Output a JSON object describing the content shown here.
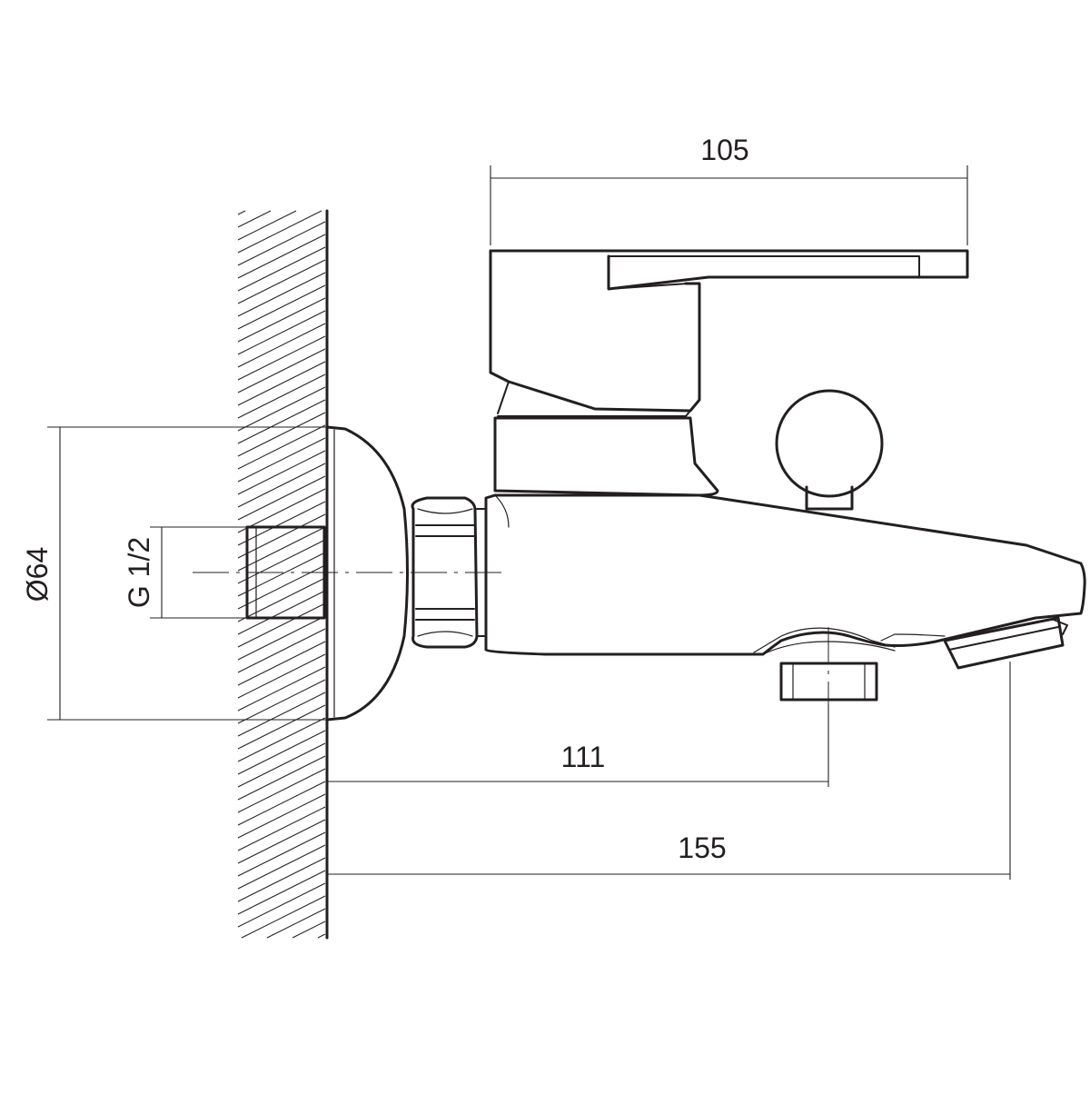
{
  "dimensions": {
    "lever_length": "105",
    "diameter": "Ø64",
    "thread": "G 1/2",
    "outlet_to_diverter": "111",
    "outlet_to_spout": "155"
  },
  "colors": {
    "line": "#231f20",
    "background": "#ffffff"
  }
}
